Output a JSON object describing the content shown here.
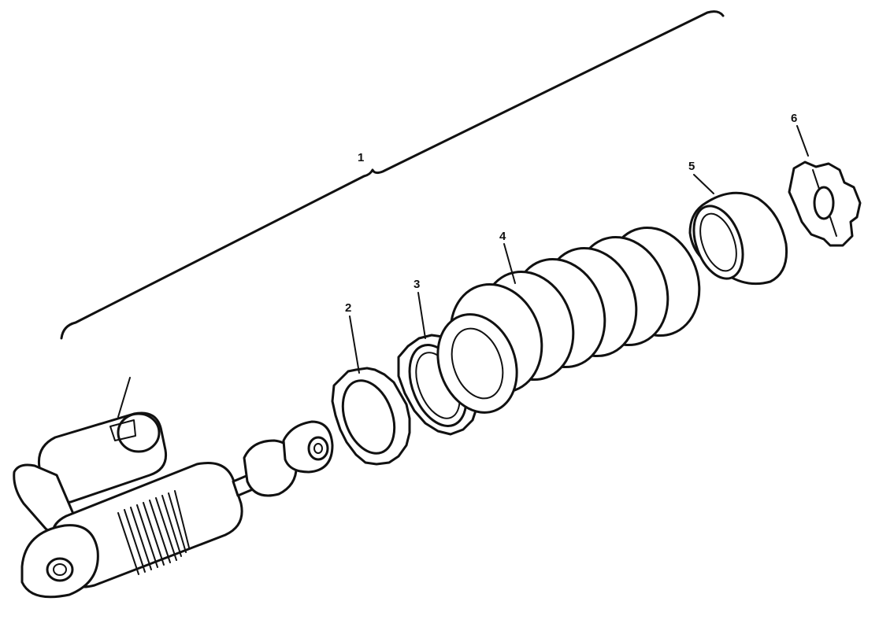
{
  "callouts": {
    "c1": "1",
    "c2": "2",
    "c3": "3",
    "c4": "4",
    "c5": "5",
    "c6": "6"
  },
  "colors": {
    "line": "#111111",
    "background": "#ffffff"
  }
}
